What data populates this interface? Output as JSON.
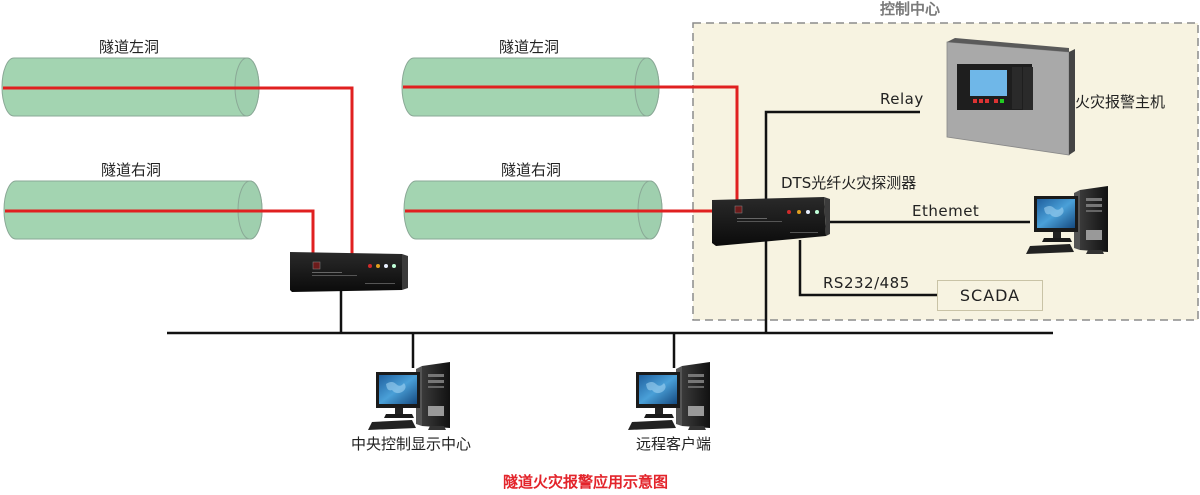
{
  "control_center": {
    "title": "控制中心"
  },
  "tunnels": {
    "group1": {
      "left_label": "隧道左洞",
      "right_label": "隧道右洞"
    },
    "group2": {
      "left_label": "隧道左洞",
      "right_label": "隧道右洞"
    }
  },
  "devices": {
    "fire_alarm_host": "火灾报警主机",
    "dts_detector": "DTS光纤火灾探测器",
    "central_display": "中央控制显示中心",
    "remote_client": "远程客户端",
    "scada": "SCADA"
  },
  "links": {
    "relay": "Relay",
    "ethernet": "Ethemet",
    "serial": "RS232/485"
  },
  "caption": "隧道火灾报警应用示意图",
  "colors": {
    "fiber": "#e02020",
    "tunnel_fill": "#a3d4b1",
    "control_center_bg": "#f7f3e1",
    "caption": "#e3242b"
  }
}
